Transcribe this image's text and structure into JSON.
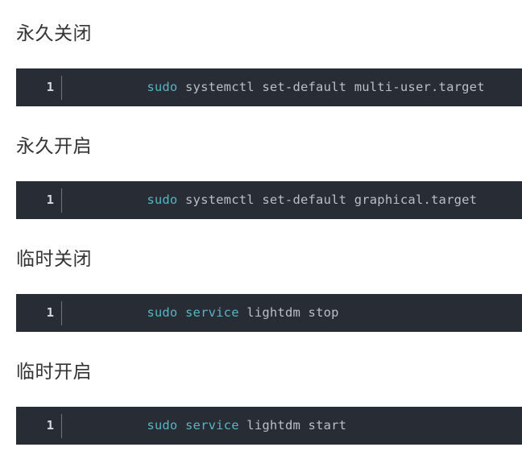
{
  "theme": {
    "page_background": "#ffffff",
    "heading_color": "#333333",
    "code_background": "#282c34",
    "code_text_color": "#abb2bf",
    "keyword_color": "#56b6c2",
    "line_number_color": "#d7dae0",
    "gutter_divider_color": "#6f7580"
  },
  "sections": [
    {
      "heading": "永久关闭",
      "code": {
        "line_number": "1",
        "tokens": [
          {
            "text": "sudo",
            "type": "keyword"
          },
          {
            "text": " systemctl set-default multi-user.target",
            "type": "plain"
          }
        ],
        "full_text": "sudo systemctl set-default multi-user.target"
      }
    },
    {
      "heading": "永久开启",
      "code": {
        "line_number": "1",
        "tokens": [
          {
            "text": "sudo",
            "type": "keyword"
          },
          {
            "text": " systemctl set-default graphical.target",
            "type": "plain"
          }
        ],
        "full_text": "sudo systemctl set-default graphical.target"
      }
    },
    {
      "heading": "临时关闭",
      "code": {
        "line_number": "1",
        "tokens": [
          {
            "text": "sudo",
            "type": "keyword"
          },
          {
            "text": " ",
            "type": "plain"
          },
          {
            "text": "service",
            "type": "keyword"
          },
          {
            "text": " lightdm stop",
            "type": "plain"
          }
        ],
        "full_text": "sudo service lightdm stop"
      }
    },
    {
      "heading": "临时开启",
      "code": {
        "line_number": "1",
        "tokens": [
          {
            "text": "sudo",
            "type": "keyword"
          },
          {
            "text": " ",
            "type": "plain"
          },
          {
            "text": "service",
            "type": "keyword"
          },
          {
            "text": " lightdm start",
            "type": "plain"
          }
        ],
        "full_text": "sudo service lightdm start"
      }
    }
  ]
}
